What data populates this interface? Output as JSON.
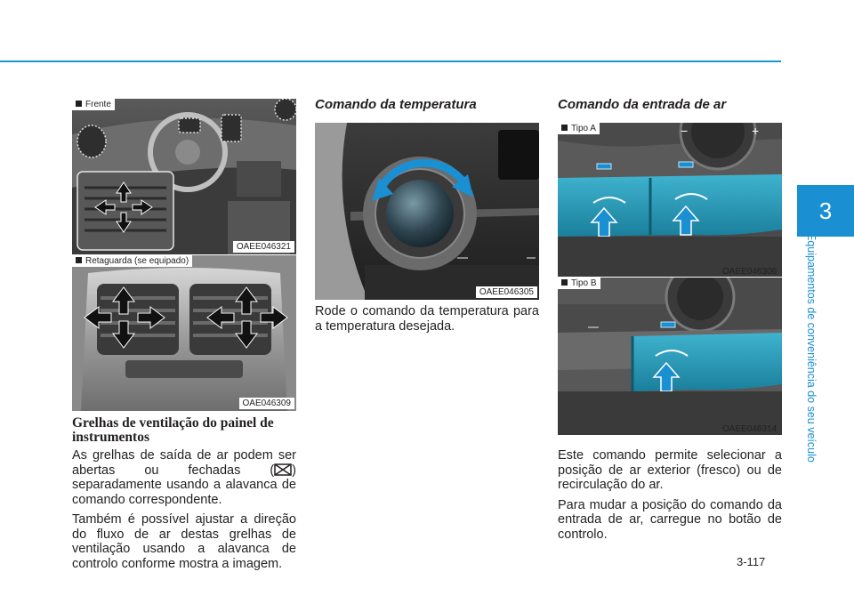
{
  "page": {
    "number": "3-117",
    "chapter": "3",
    "side_title": "Equipamentos de conveniência do seu veículo"
  },
  "col1": {
    "fig_front": {
      "label": "Frente",
      "code": "OAEE046321"
    },
    "fig_rear": {
      "label": "Retaguarda (se equipado)",
      "code": "OAE046309"
    },
    "heading": "Grelhas de ventilação do painel de instrumentos",
    "p1_before": "As grelhas de saída de ar podem ser abertas ou fechadas (",
    "p1_after": ") separadamente usando a alavanca de comando correspondente.",
    "p2": "Também é possível ajustar a direção do fluxo de ar destas grelhas de ventilação usando a alavanca de controlo conforme mostra a imagem."
  },
  "col2": {
    "heading": "Comando da temperatura",
    "fig": {
      "code": "OAEE046305"
    },
    "p1": "Rode o comando da temperatura para a temperatura desejada."
  },
  "col3": {
    "heading": "Comando da entrada de ar",
    "fig_a": {
      "label": "Tipo A",
      "code": "OAEE046306"
    },
    "fig_b": {
      "label": "Tipo B",
      "code": "OAEE046314"
    },
    "p1": "Este comando permite selecionar a posição de ar exterior (fresco) ou de recirculação do ar.",
    "p2": "Para mudar a posição do comando da entrada de ar, carregue no botão de controlo."
  }
}
